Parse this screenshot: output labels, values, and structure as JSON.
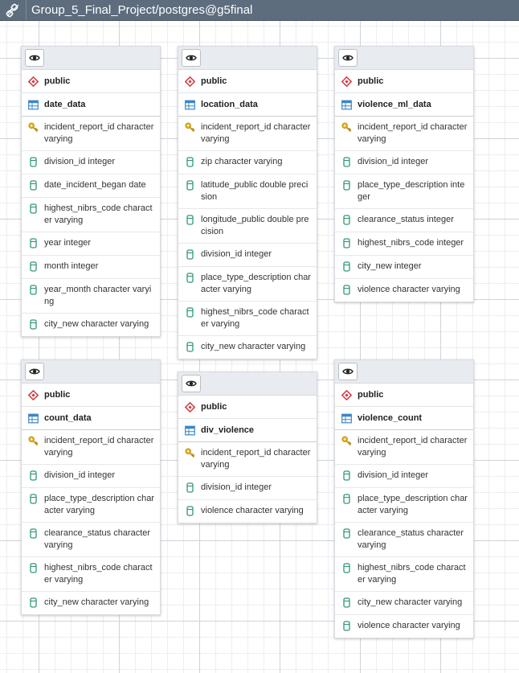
{
  "titlebar": {
    "title": "Group_5_Final_Project/postgres@g5final"
  },
  "tables": [
    {
      "schema": "public",
      "name": "date_data",
      "columns": [
        "incident_report_id character varying",
        "division_id integer",
        "date_incident_began date",
        "highest_nibrs_code character varying",
        "year integer",
        "month integer",
        "year_month character varying",
        "city_new character varying"
      ]
    },
    {
      "schema": "public",
      "name": "location_data",
      "columns": [
        "incident_report_id character varying",
        "zip character varying",
        "latitude_public double precision",
        "longitude_public double precision",
        "division_id integer",
        "place_type_description character varying",
        "highest_nibrs_code character varying",
        "city_new character varying"
      ]
    },
    {
      "schema": "public",
      "name": "violence_ml_data",
      "columns": [
        "incident_report_id character varying",
        "division_id integer",
        "place_type_description integer",
        "clearance_status integer",
        "highest_nibrs_code integer",
        "city_new integer",
        "violence character varying"
      ]
    },
    {
      "schema": "public",
      "name": "count_data",
      "columns": [
        "incident_report_id character varying",
        "division_id integer",
        "place_type_description character varying",
        "clearance_status character varying",
        "highest_nibrs_code character varying",
        "city_new character varying"
      ]
    },
    {
      "schema": "public",
      "name": "div_violence",
      "columns": [
        "incident_report_id character varying",
        "division_id integer",
        "violence character varying"
      ]
    },
    {
      "schema": "public",
      "name": "violence_count",
      "columns": [
        "incident_report_id character varying",
        "division_id integer",
        "place_type_description character varying",
        "clearance_status character varying",
        "highest_nibrs_code character varying",
        "city_new character varying",
        "violence character varying"
      ]
    }
  ]
}
